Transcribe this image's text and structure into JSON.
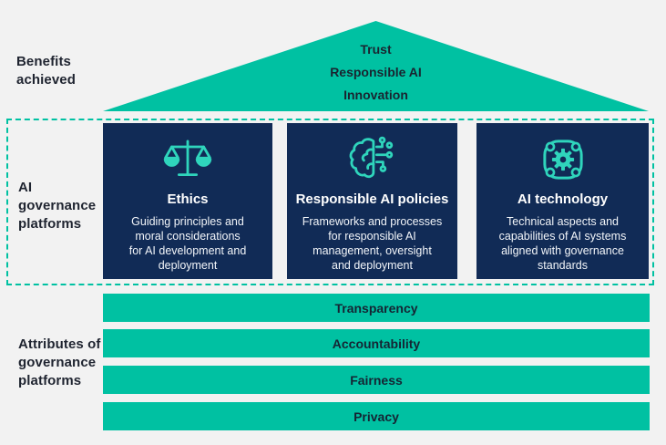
{
  "left_labels": {
    "benefits": "Benefits\nachieved",
    "governance": "AI\ngovernance\nplatforms",
    "attributes": "Attributes of\ngovernance\nplatforms"
  },
  "roof": {
    "lines": [
      "Trust",
      "Responsible AI",
      "Innovation"
    ]
  },
  "cards": [
    {
      "icon": "scales-icon",
      "title": "Ethics",
      "description": "Guiding principles and\nmoral considerations\nfor AI development and\ndeployment"
    },
    {
      "icon": "brain-circuit-icon",
      "title": "Responsible AI policies",
      "description": "Frameworks and processes\nfor responsible AI\nmanagement, oversight\nand deployment"
    },
    {
      "icon": "gear-network-icon",
      "title": "AI technology",
      "description": "Technical aspects and\ncapabilities of AI systems\naligned with governance\nstandards"
    }
  ],
  "bars": [
    "Transparency",
    "Accountability",
    "Fairness",
    "Privacy"
  ],
  "colors": {
    "teal": "#00C1A2",
    "navy": "#112B56",
    "icon_teal": "#2FD5BC",
    "background": "#F2F2F2",
    "dark_text": "#1F2430",
    "light_text": "#FFFFFF"
  }
}
